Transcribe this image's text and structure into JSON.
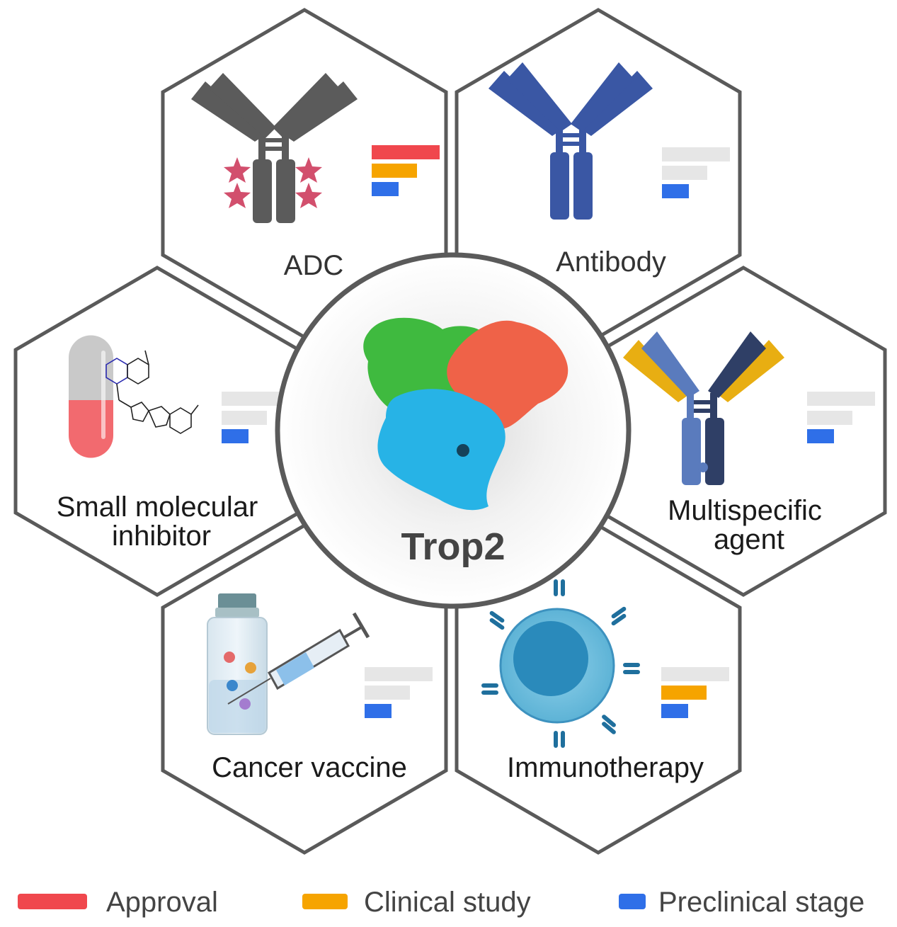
{
  "center": {
    "title": "Trop2"
  },
  "modalities": [
    {
      "name": "ADC",
      "stages": {
        "approval": true,
        "clinical": true,
        "preclinical": true
      }
    },
    {
      "name": "Antibody",
      "stages": {
        "approval": false,
        "clinical": false,
        "preclinical": true
      }
    },
    {
      "name_line1": "Small molecular",
      "name_line2": "inhibitor",
      "stages": {
        "approval": false,
        "clinical": false,
        "preclinical": true
      }
    },
    {
      "name_line1": "Multispecific",
      "name_line2": "agent",
      "stages": {
        "approval": false,
        "clinical": false,
        "preclinical": true
      }
    },
    {
      "name": "Cancer vaccine",
      "stages": {
        "approval": false,
        "clinical": false,
        "preclinical": true
      }
    },
    {
      "name": "Immunotherapy",
      "stages": {
        "approval": false,
        "clinical": true,
        "preclinical": true
      }
    }
  ],
  "legend": {
    "approval": "Approval",
    "clinical": "Clinical study",
    "preclinical": "Preclinical stage"
  },
  "colors": {
    "approval": "#f0474d",
    "clinical": "#f6a400",
    "preclinical": "#2f6fe8",
    "inactive": "#e6e6e6",
    "hex_border": "#5a5a5a"
  }
}
